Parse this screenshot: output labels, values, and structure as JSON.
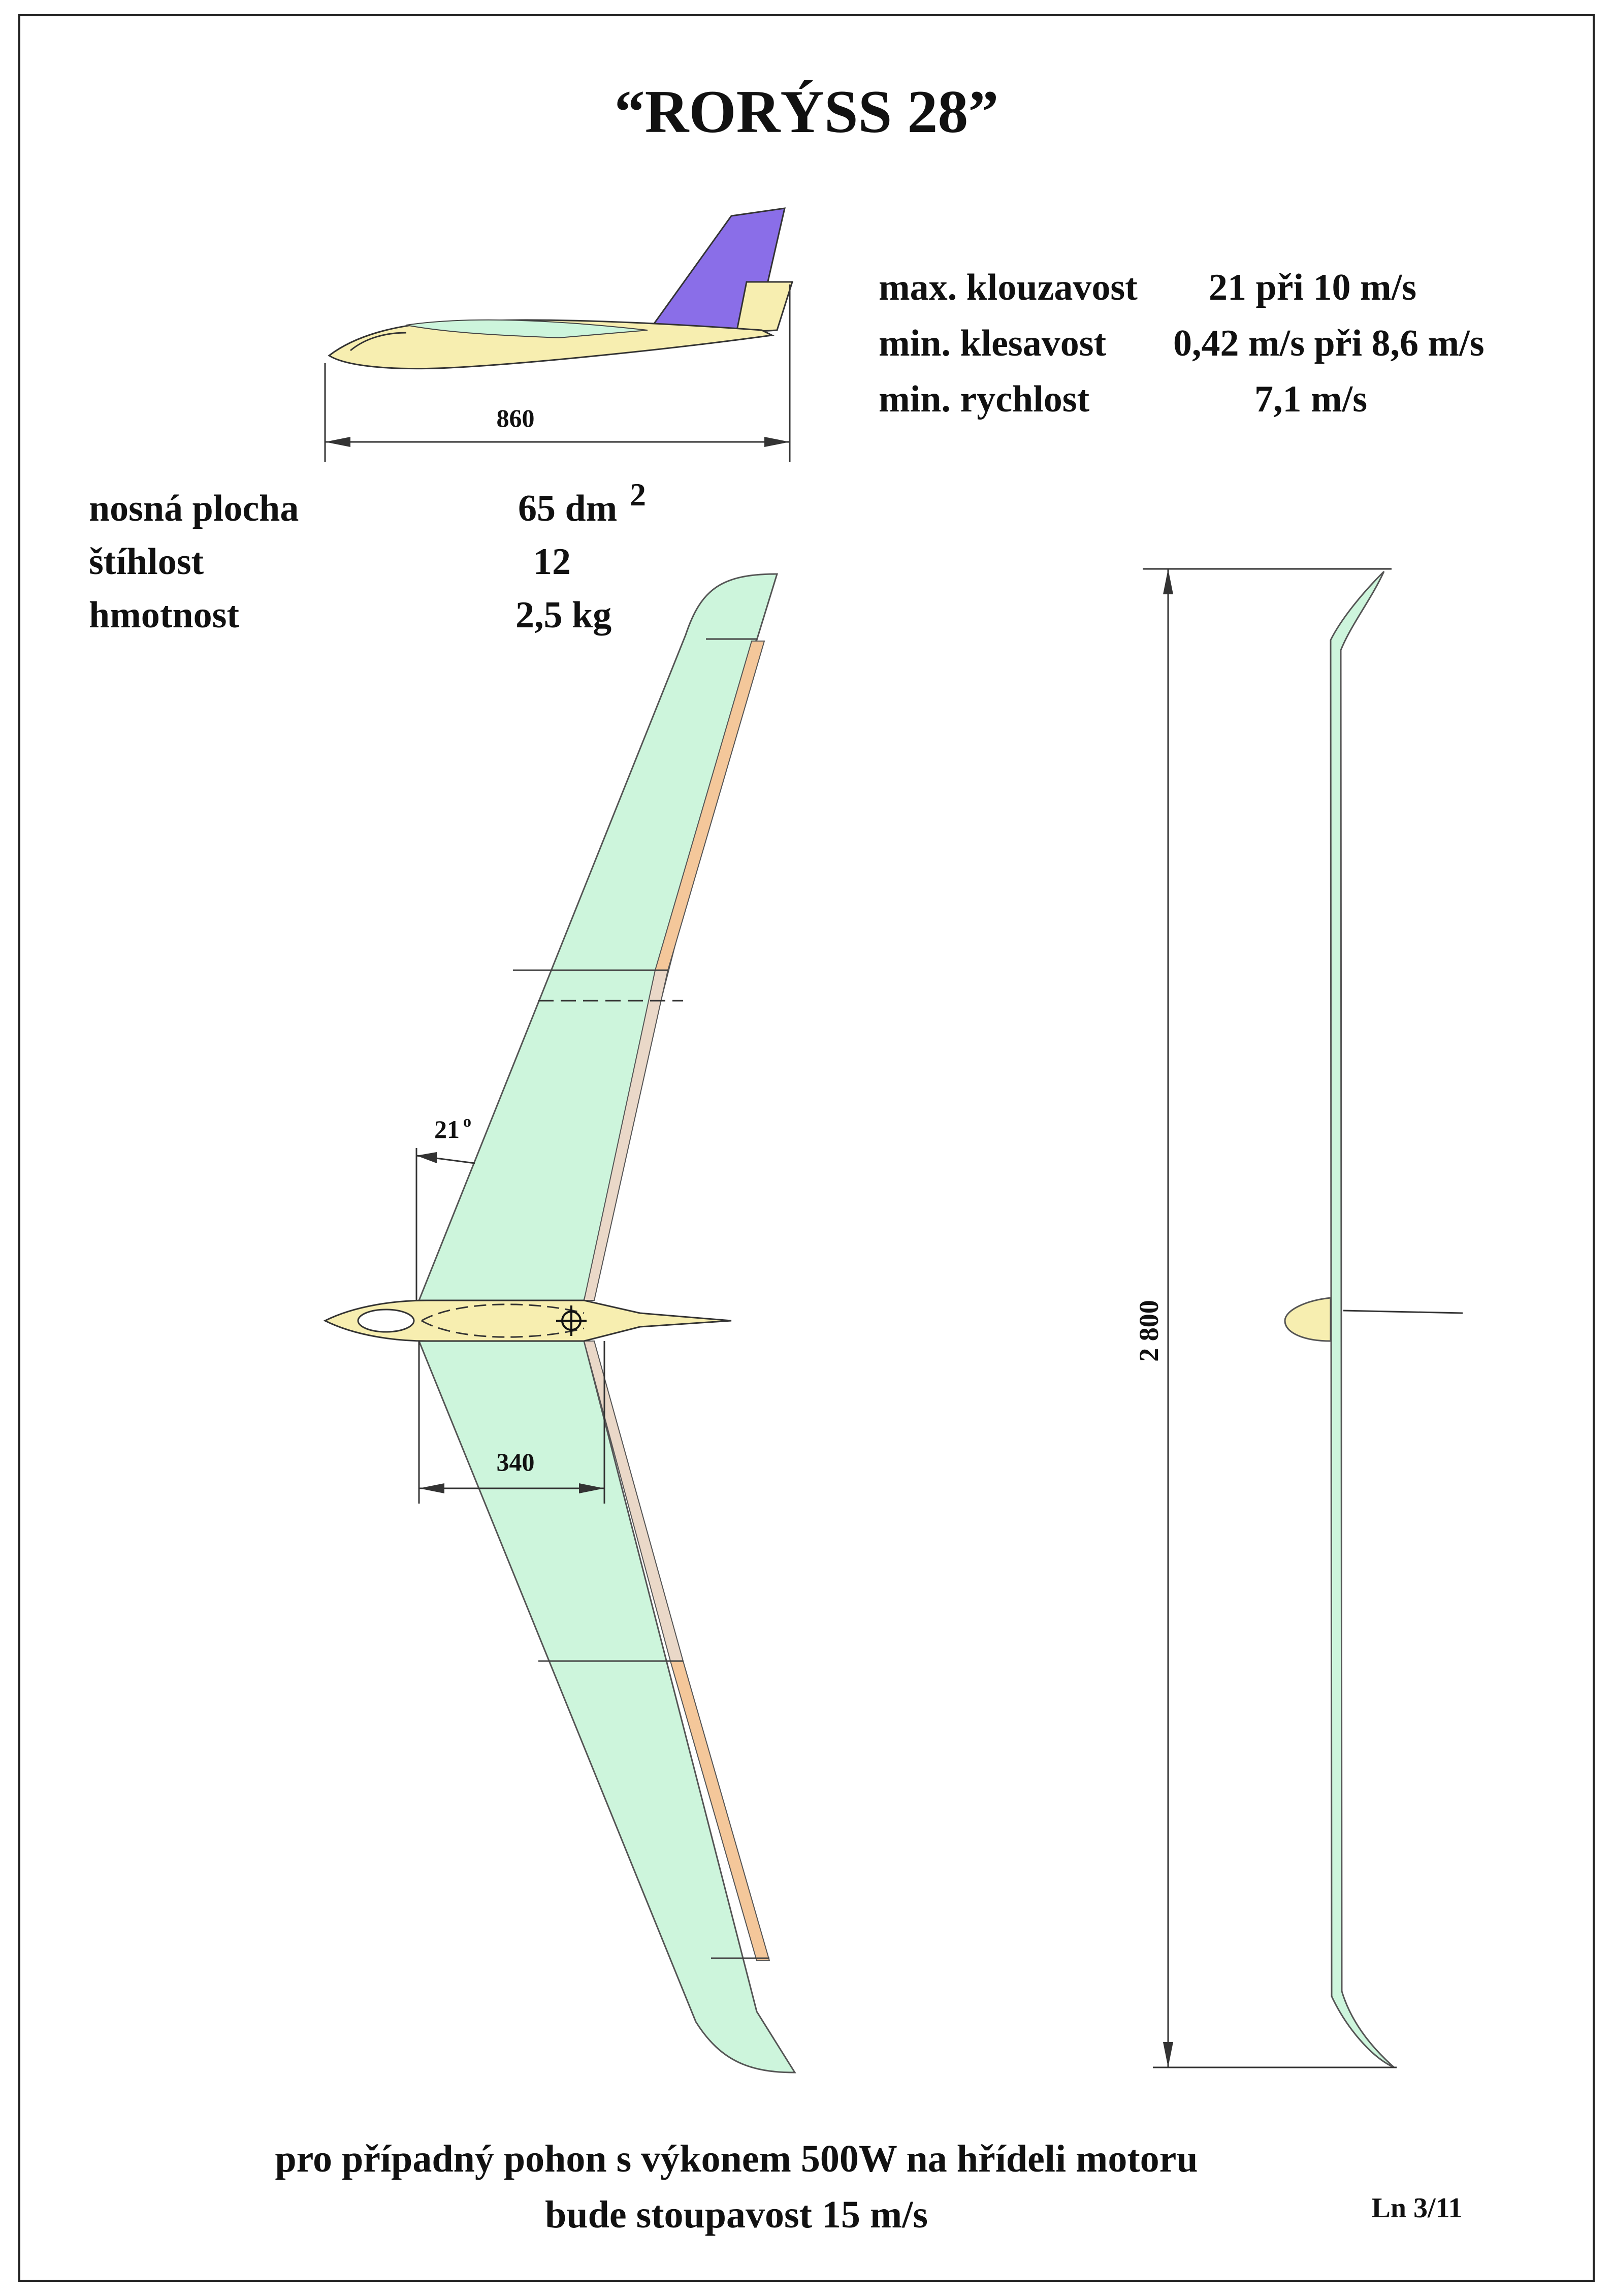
{
  "title": "“RORÝSS  28”",
  "performance": [
    {
      "label": "max. klouzavost",
      "value": "21 při 10 m/s"
    },
    {
      "label": "min. klesavost",
      "value": "0,42 m/s při 8,6 m/s"
    },
    {
      "label": "min. rychlost",
      "value": "7,1 m/s"
    }
  ],
  "specs": [
    {
      "label": "nosná plocha",
      "value": "65 dm",
      "sup": "2"
    },
    {
      "label": "štíhlost",
      "value": "12",
      "sup": ""
    },
    {
      "label": "hmotnost",
      "value": "2,5 kg",
      "sup": ""
    }
  ],
  "dimensions": {
    "fuselage_length": "860",
    "sweep_angle": "21",
    "sweep_unit": "o",
    "root_chord": "340",
    "span": "2 800"
  },
  "footer": {
    "line1": "pro případný pohon s výkonem 500W na hřídeli motoru",
    "line2": "bude stoupavost  15 m/s",
    "sheet_ref": "Ln 3/11"
  },
  "colors": {
    "wing": "#cdf5dc",
    "wing_outline": "#555555",
    "elevon": "#f4c79a",
    "elevon_inner": "#ead8c8",
    "fuselage": "#f7eeb0",
    "fin": "#8a6ee8",
    "ink": "#111111"
  }
}
